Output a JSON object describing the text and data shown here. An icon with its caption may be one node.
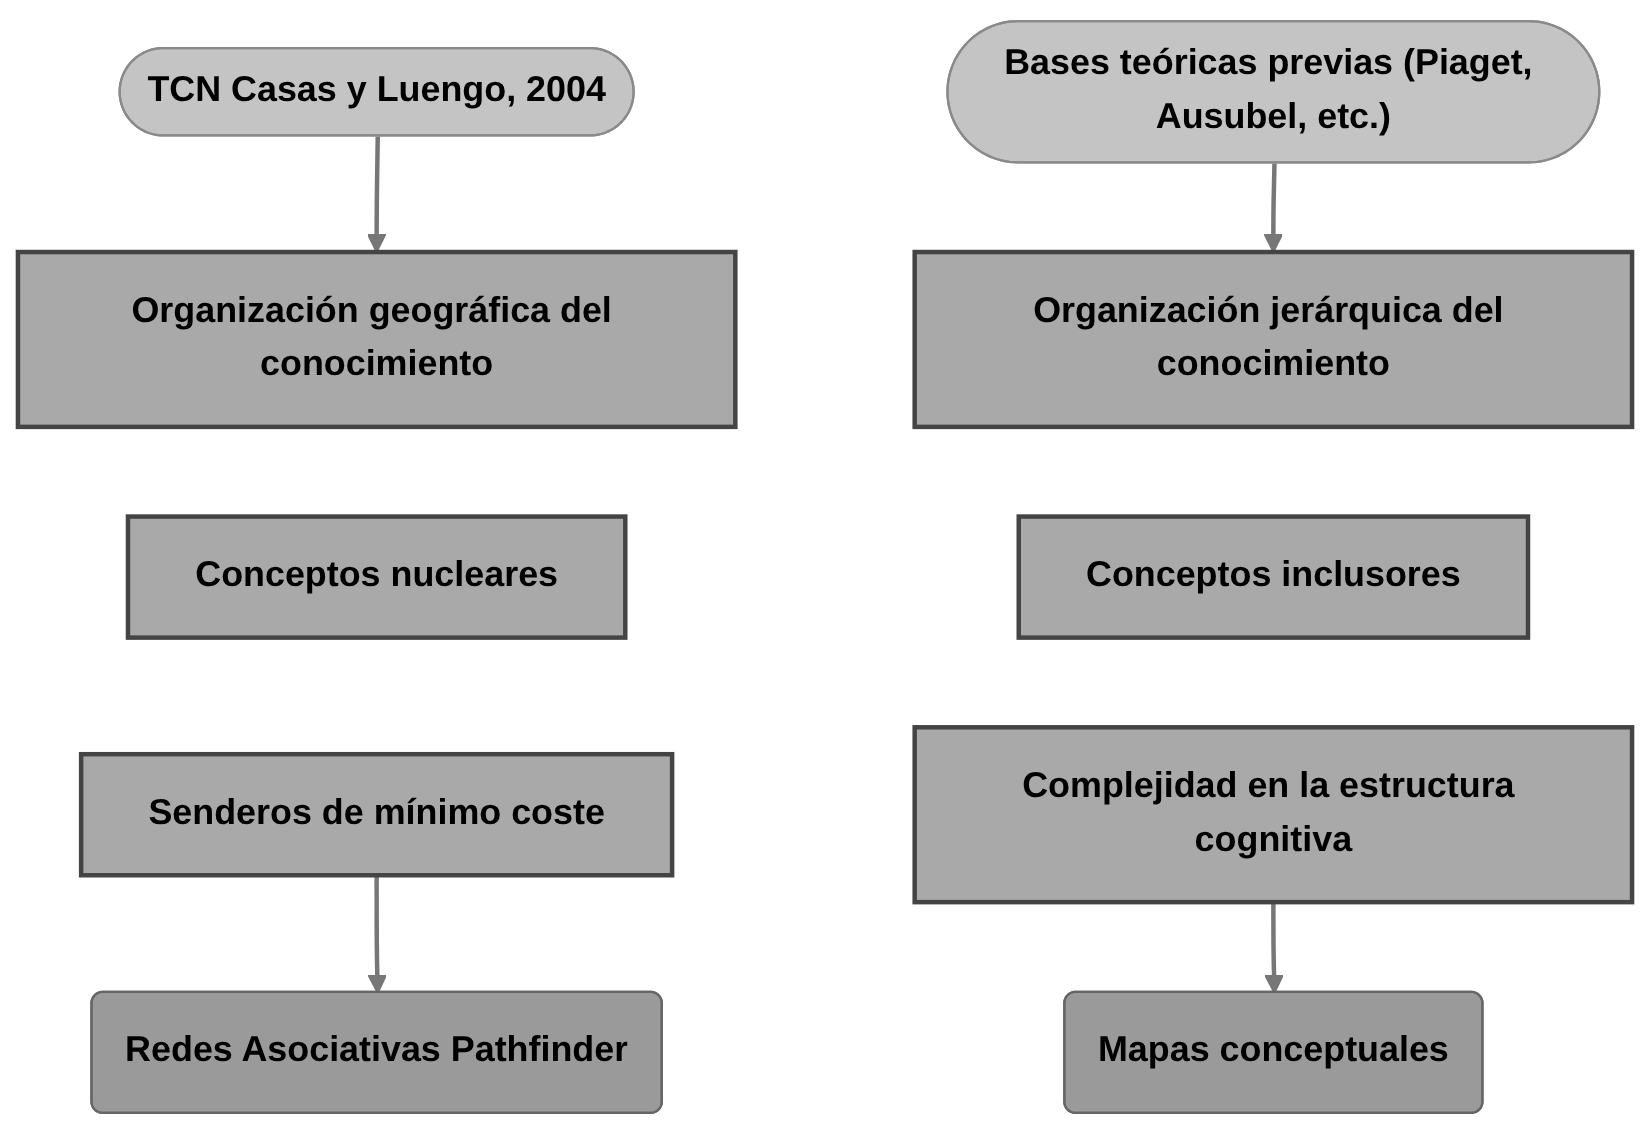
{
  "diagram": {
    "nodes": [
      {
        "text": [
          "TCN Casas y Luengo, 2004"
        ]
      },
      {
        "text": [
          "Organización geográfica del conocimiento"
        ]
      },
      {
        "text": [
          "Conceptos nucleares"
        ]
      },
      {
        "text": [
          "Senderos de mínimo coste"
        ]
      },
      {
        "text": [
          "Redes Asociativas Pathfinder"
        ]
      },
      {
        "text": [
          "Bases teóricas previas (Piaget, Ausubel, etc.)"
        ]
      },
      {
        "text": [
          "Organización jerárquica del conocimiento"
        ]
      },
      {
        "text": [
          "Conceptos inclusores"
        ]
      },
      {
        "text": [
          "Complejidad en la estructura cognitiva"
        ]
      },
      {
        "text": [
          "Mapas conceptuales"
        ]
      }
    ],
    "edges": [
      {
        "from": 0,
        "to": 1,
        "arrow": "to"
      },
      {
        "from": 3,
        "to": 4,
        "arrow": "to"
      },
      {
        "from": 5,
        "to": 6,
        "arrow": "to"
      },
      {
        "from": 8,
        "to": 9,
        "arrow": "to"
      }
    ]
  }
}
